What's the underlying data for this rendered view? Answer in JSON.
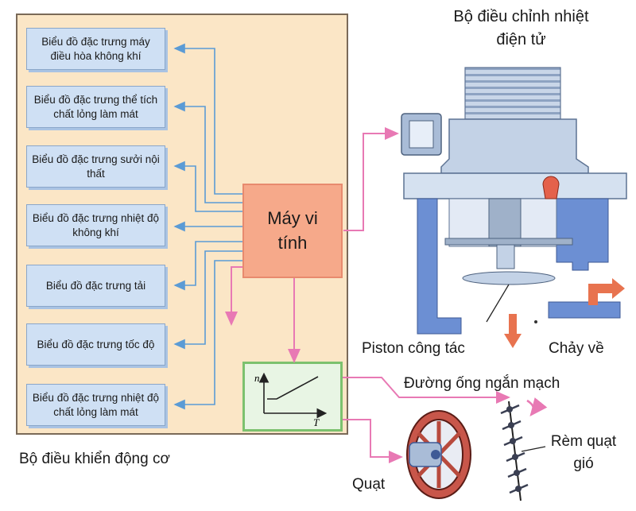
{
  "engine_controller": {
    "title": "Bộ điều khiển động cơ",
    "characteristic_charts": [
      "Biểu đồ đặc trưng máy điều hòa không khí",
      "Biểu đồ đặc trưng thể tích chất lỏng làm mát",
      "Biểu đồ đặc trưng sưởi nội thất",
      "Biểu đồ đặc trưng nhiệt độ không khí",
      "Biểu đồ đặc trưng tải",
      "Biểu đồ đặc trưng tốc độ",
      "Biểu đồ đặc trưng nhiệt độ chất lỏng làm mát"
    ],
    "computer_label": "Máy vi tính",
    "graph": {
      "y_axis": "n",
      "x_axis": "T"
    }
  },
  "thermostat": {
    "title": "Bộ điều chỉnh nhiệt điện tử",
    "piston_label": "Piston công tác",
    "return_flow_label": "Chảy về",
    "bypass_label": "Đường ống ngắn mạch"
  },
  "fan": {
    "label": "Quạt"
  },
  "shutter": {
    "label": "Rèm quạt gió"
  },
  "colors": {
    "panel": "#fbe6c6",
    "chart_box": "#cfe0f4",
    "computer": "#f6a98a",
    "graph_border": "#7cc16e",
    "signal_arrow": "#e879b4",
    "blue_arrow": "#5b9bd5"
  }
}
